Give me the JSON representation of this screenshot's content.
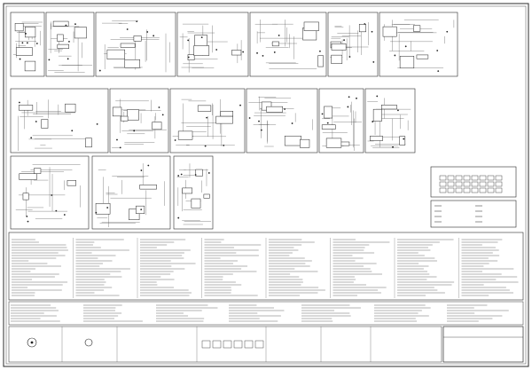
{
  "colors": {
    "paper": "#ffffff",
    "ink": "#222222",
    "panel_line": "#2b2b2b",
    "wire": "#555555",
    "watermark": "#d9d9d9"
  },
  "panels": [
    {
      "title": "",
      "row": 1
    },
    {
      "title": "",
      "row": 1
    },
    {
      "title": "",
      "row": 1
    },
    {
      "title": "",
      "row": 1
    },
    {
      "title": "",
      "row": 1
    },
    {
      "title": "",
      "row": 1
    },
    {
      "title": "",
      "row": 1
    },
    {
      "title": "",
      "row": 2
    },
    {
      "title": "",
      "row": 2
    },
    {
      "title": "",
      "row": 2
    },
    {
      "title": "",
      "row": 2
    },
    {
      "title": "",
      "row": 2
    },
    {
      "title": "",
      "row": 2
    },
    {
      "title": "",
      "row": 3
    },
    {
      "title": "",
      "row": 3
    },
    {
      "title": "",
      "row": 3
    }
  ],
  "legend": {
    "title": "",
    "items": [
      "",
      "",
      "",
      "",
      "",
      "",
      "",
      ""
    ]
  },
  "component_table": {
    "title": "",
    "columns": 8,
    "rows_per_column": 22
  },
  "wire_color_key": {
    "title": "",
    "entries": 6
  },
  "title_block": {
    "title": "",
    "subtitle": "",
    "lines": [
      "",
      "",
      "",
      ""
    ]
  },
  "watermark": {
    "text": ""
  }
}
